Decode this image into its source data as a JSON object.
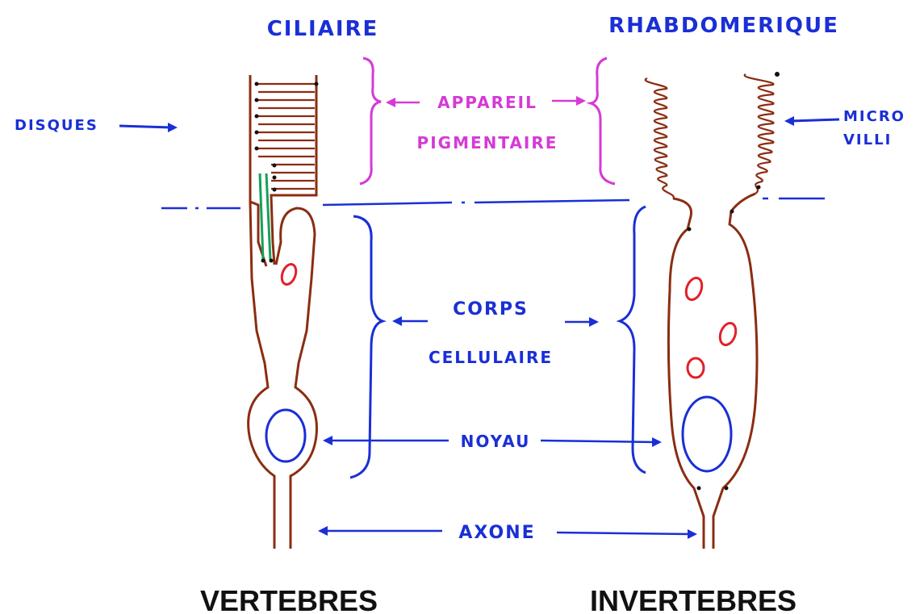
{
  "labels": {
    "ciliaire": "CILIAIRE",
    "rhabdomerique": "RHABDOMERIQUE",
    "disques": "DISQUES",
    "micro_villi_1": "MICRO",
    "micro_villi_2": "VILLI",
    "appareil": "APPAREIL",
    "pigmentaire": "PIGMENTAIRE",
    "corps": "CORPS",
    "cellulaire": "CELLULAIRE",
    "noyau": "NOYAU",
    "axone": "AXONE",
    "vertebres": "VERTEBRES",
    "invertebres": "INVERTEBRES"
  },
  "colors": {
    "blue": "#1a2fd6",
    "magenta": "#d53ad6",
    "cell": "#8b2d12",
    "organelle": "#e2202a",
    "cilium": "#17a05a",
    "text": "#111111"
  }
}
